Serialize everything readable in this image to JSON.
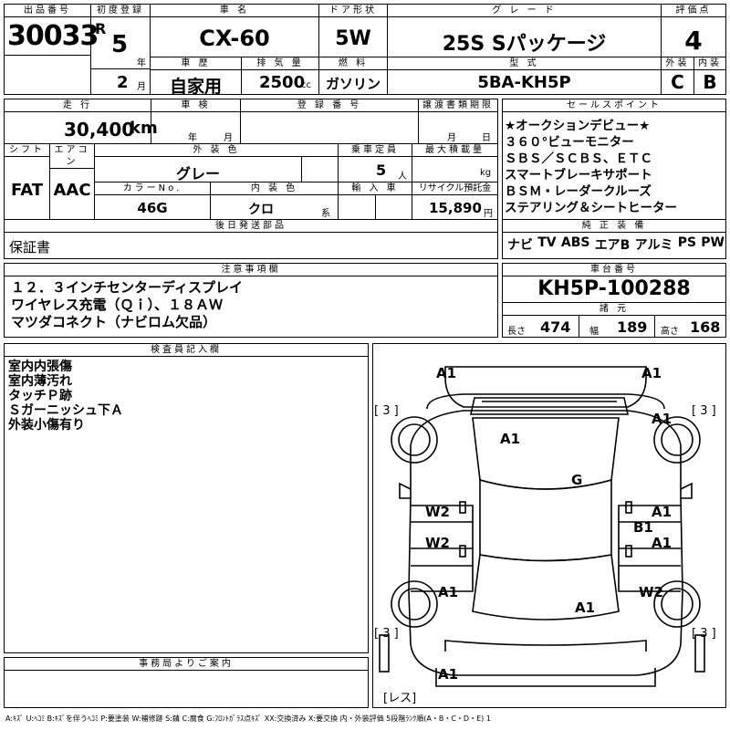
{
  "row1": {
    "lot_label": "出品番号",
    "lot": "30033",
    "first_reg_label": "初度登録",
    "era": "R",
    "year": "5",
    "year_unit": "年",
    "month": "2",
    "month_unit": "月",
    "car_name_label": "車 名",
    "car_name": "CX-60",
    "door_label": "ドア形状",
    "door": "5W",
    "grade_label": "グ レ ー ド",
    "grade": "25S Sパッケージ",
    "score_label": "評価点",
    "score": "4",
    "history_label": "車 歴",
    "history": "自家用",
    "displacement_label": "排 気 量",
    "displacement": "2500",
    "displacement_unit": "cc",
    "fuel_label": "燃 料",
    "fuel": "ガソリン",
    "model_label": "型 式",
    "model": "5BA-KH5P",
    "exterior_label": "外装",
    "exterior": "C",
    "interior_label": "内装",
    "interior": "B"
  },
  "row2": {
    "mileage_label": "走 行",
    "mileage": "30,400",
    "mileage_unit": "km",
    "inspection_label": "車 検",
    "insp_year_unit": "年",
    "insp_month_unit": "月",
    "reg_label": "登 録 番 号",
    "transfer_label": "譲渡書類期限",
    "transfer_month_unit": "月",
    "transfer_day_unit": "日",
    "shift_label": "シフト",
    "shift": "FAT",
    "ac_label": "エアコン",
    "ac": "AAC",
    "color_label": "外 装 色",
    "color": "グレー",
    "capacity_label": "乗車定員",
    "capacity": "5",
    "capacity_unit": "人",
    "load_label": "最大積載量",
    "load_unit": "kg",
    "color_no_label": "カラーNo.",
    "color_no": "46G",
    "int_color_label": "内 装 色",
    "int_color": "クロ",
    "int_color_unit": "系",
    "import_label": "輸 入 車",
    "recycle_label": "リサイクル預託金",
    "recycle": "15,890",
    "recycle_unit": "円",
    "later_label": "後日発送部品",
    "later": "保証書"
  },
  "sales": {
    "label": "セールスポイント",
    "lines": [
      "★オークションデビュー★",
      "３６０°ビューモニター",
      "ＳＢＳ／ＳＣＢＳ、ＥＴＣ",
      "スマートブレーキサポート",
      "ＢＳＭ・レーダークルーズ",
      "ステアリング＆シートヒーター"
    ],
    "equip_label": "純 正 装 備",
    "equip": [
      "ナビ",
      "TV",
      "ABS",
      "エアB",
      "アルミ",
      "PS",
      "PW"
    ]
  },
  "caution": {
    "label": "注意事項欄",
    "lines": [
      "１２．３インチセンターディスプレイ",
      "ワイヤレス充電（Ｑｉ）、１８ＡＷ",
      "マツダコネクト（ナビロム欠品）"
    ]
  },
  "chassis": {
    "label": "車台番号",
    "value": "KH5P-100288",
    "spec_label": "諸 元",
    "length_label": "長さ",
    "length": "474",
    "width_label": "幅",
    "width": "189",
    "height_label": "高さ",
    "height": "168"
  },
  "inspector": {
    "label": "検査員記入欄",
    "lines": [
      "室内内張傷",
      "室内薄汚れ",
      "タッチＰ跡",
      "Ｓガーニッシュ下Ａ",
      "外装小傷有り"
    ]
  },
  "office": {
    "label": "事務局よりご案内"
  },
  "diagram": {
    "tire_mark": "[ 3 ]",
    "rest": "[レス]",
    "marks": [
      "A1",
      "A1",
      "A1",
      "A1",
      "G",
      "W2",
      "W2",
      "A1",
      "B1",
      "A1",
      "A1",
      "A1",
      "W2",
      "A1",
      "A1"
    ]
  },
  "legend": "A:ｷｽﾞ U:ﾍｺﾐ B:ｷｽﾞを伴うﾍｺﾐ P:要塗装 W:補修跡 S:錆 C:腐食 G:ﾌﾛﾝﾄｶﾞﾗｽ点ｷｽﾞ XX:交換済み X:要交換 内・外装評価 5段階ﾗﾝｸ順(A・B・C・D・E) 1"
}
